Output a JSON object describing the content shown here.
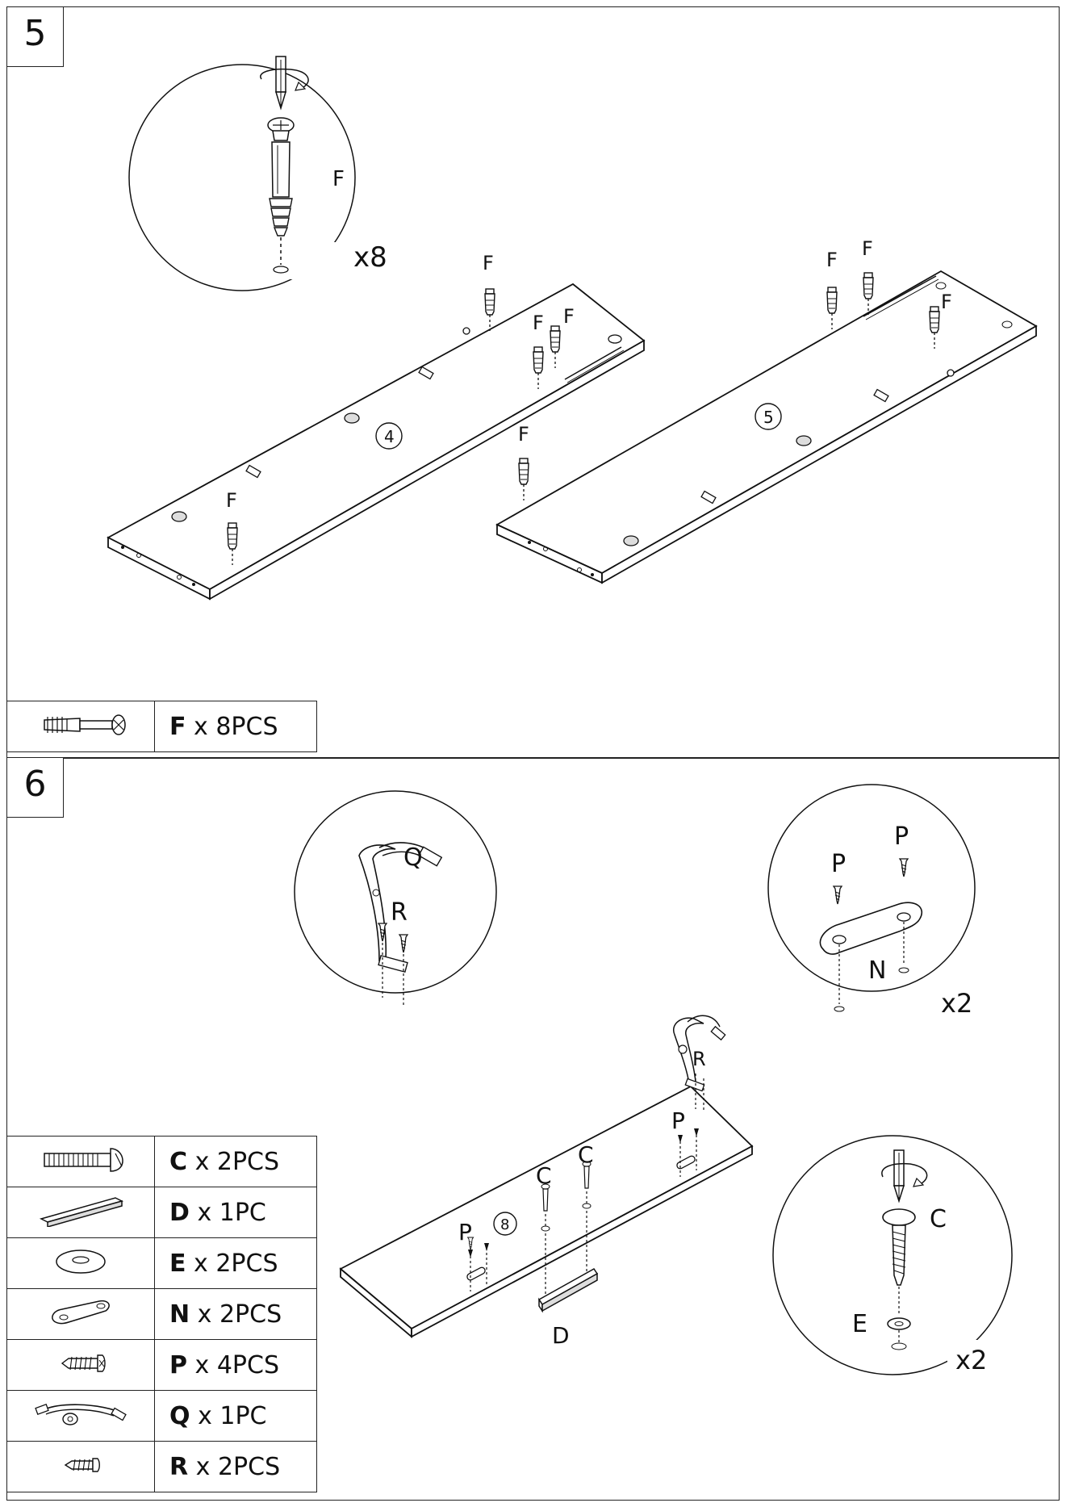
{
  "step5": {
    "number": "5",
    "detail_label": "F",
    "detail_count": "x8",
    "board_labels": [
      "4",
      "5"
    ],
    "fastener_label": "F",
    "parts": [
      {
        "code": "F",
        "qty": "x 8PCS",
        "icon": "cam-bolt-icon"
      }
    ]
  },
  "step6": {
    "number": "6",
    "detail_q": {
      "q": "Q",
      "r": "R"
    },
    "detail_n": {
      "p1": "P",
      "p2": "P",
      "n": "N",
      "count": "x2"
    },
    "detail_c": {
      "c": "C",
      "e": "E",
      "count": "x2"
    },
    "board_label": "8",
    "labels": {
      "p": "P",
      "c": "C",
      "d": "D",
      "r": "R"
    },
    "parts": [
      {
        "code": "C",
        "qty": "x 2PCS",
        "icon": "bolt-icon"
      },
      {
        "code": "D",
        "qty": "x 1PC",
        "icon": "wood-strip-icon"
      },
      {
        "code": "E",
        "qty": "x 2PCS",
        "icon": "washer-icon"
      },
      {
        "code": "N",
        "qty": "x 2PCS",
        "icon": "connector-plate-icon"
      },
      {
        "code": "P",
        "qty": "x 4PCS",
        "icon": "screw-icon"
      },
      {
        "code": "Q",
        "qty": "x 1PC",
        "icon": "hinge-stay-icon"
      },
      {
        "code": "R",
        "qty": "x 2PCS",
        "icon": "small-screw-icon"
      }
    ]
  }
}
